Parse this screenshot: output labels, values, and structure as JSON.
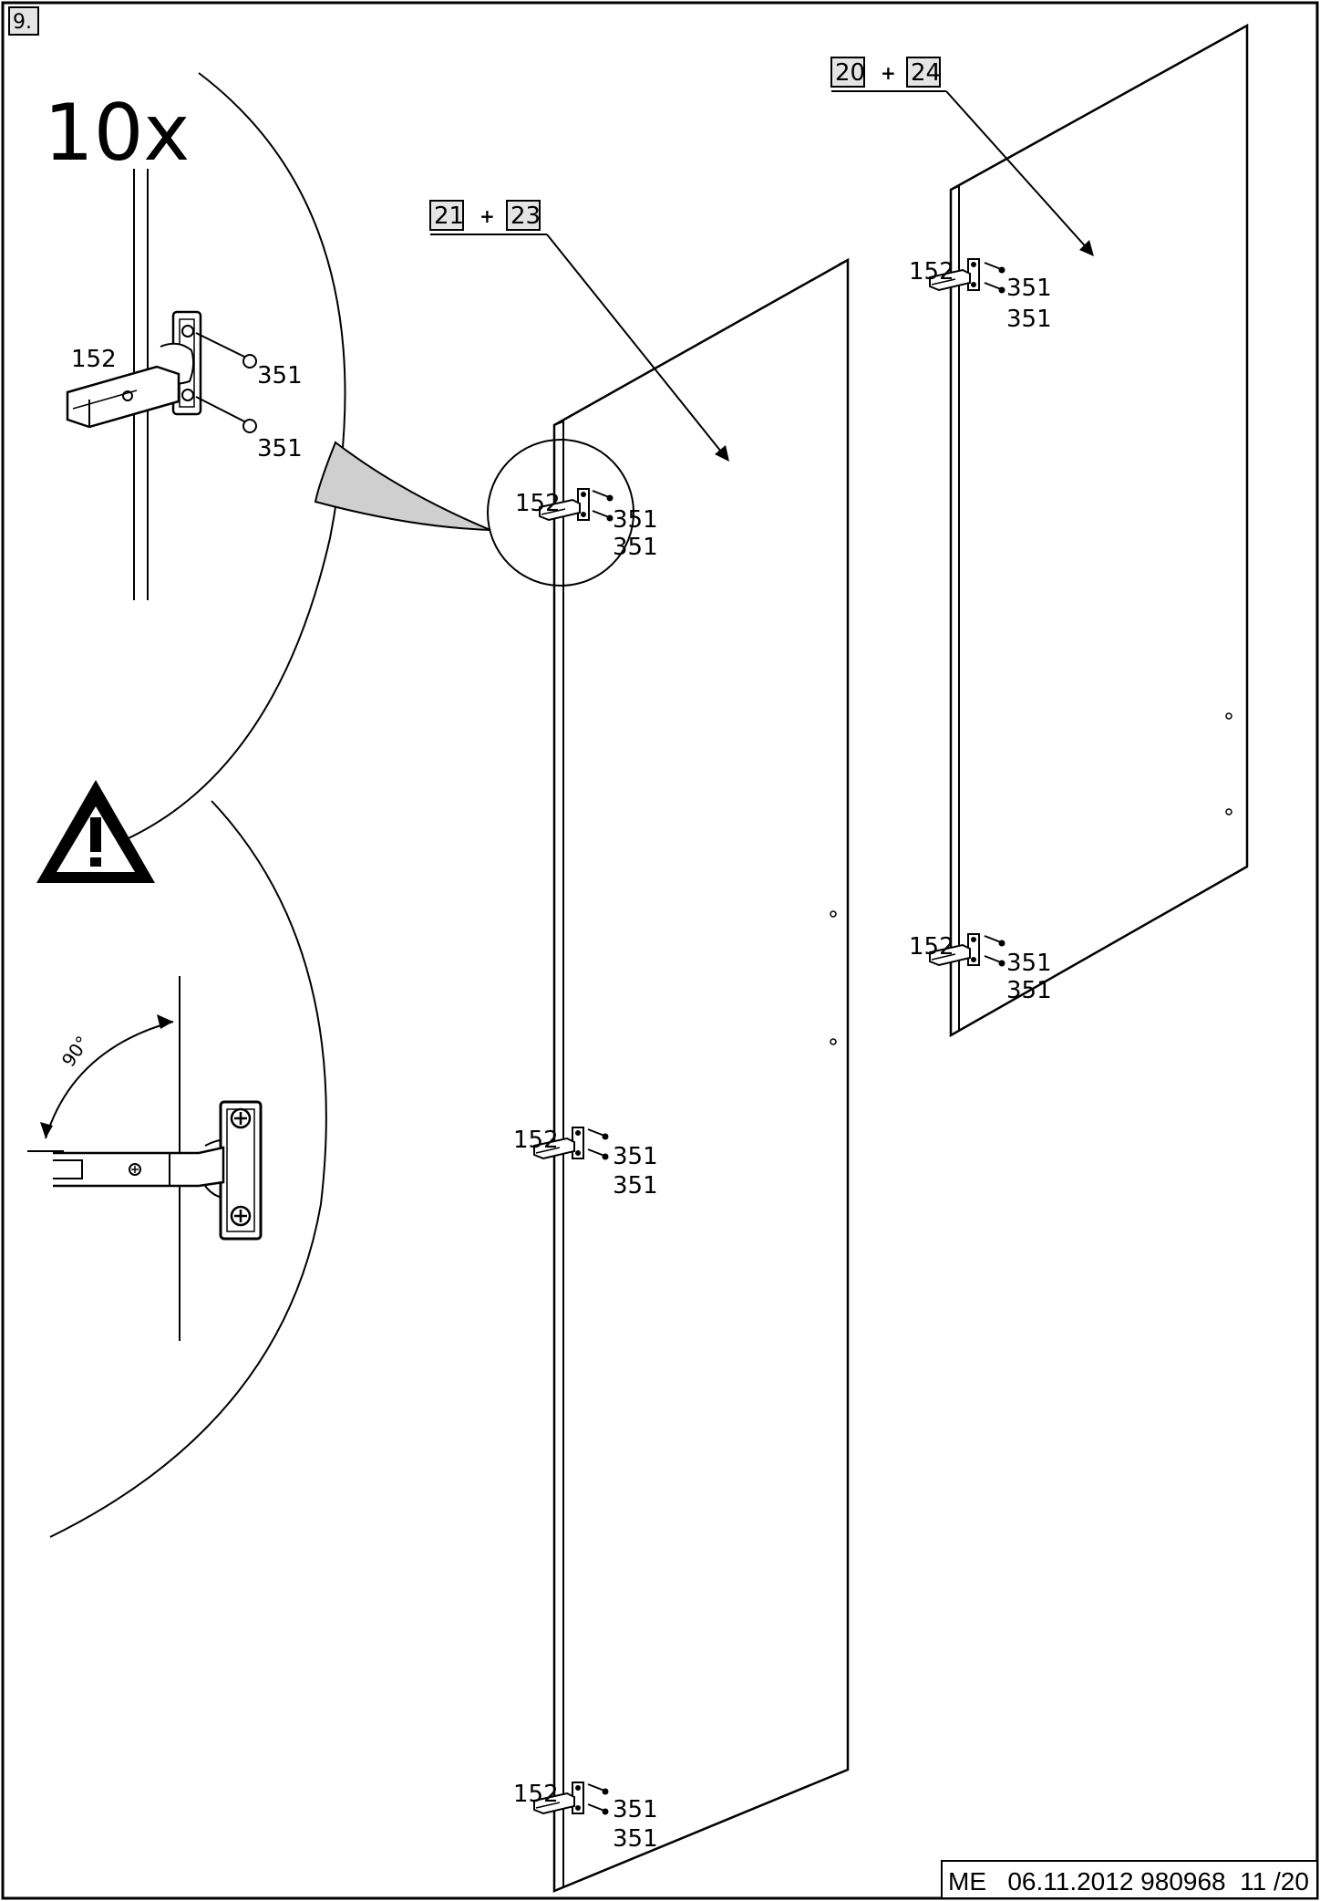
{
  "step": "9.",
  "quantity": "10x",
  "part_labels": {
    "door_left": [
      "21",
      "23"
    ],
    "door_right": [
      "20",
      "24"
    ],
    "plus": "+"
  },
  "hardware": {
    "hinge": "152",
    "screw": "351"
  },
  "angle": "90°",
  "footer": "ME   06.11.2012 980968  11 /20",
  "colors": {
    "line": "#000000",
    "part_box": "#e4e4e4",
    "magnifier_fill": "#cfcfcf"
  },
  "icons": [
    "warning-icon",
    "hinge-icon",
    "screw-icon"
  ]
}
